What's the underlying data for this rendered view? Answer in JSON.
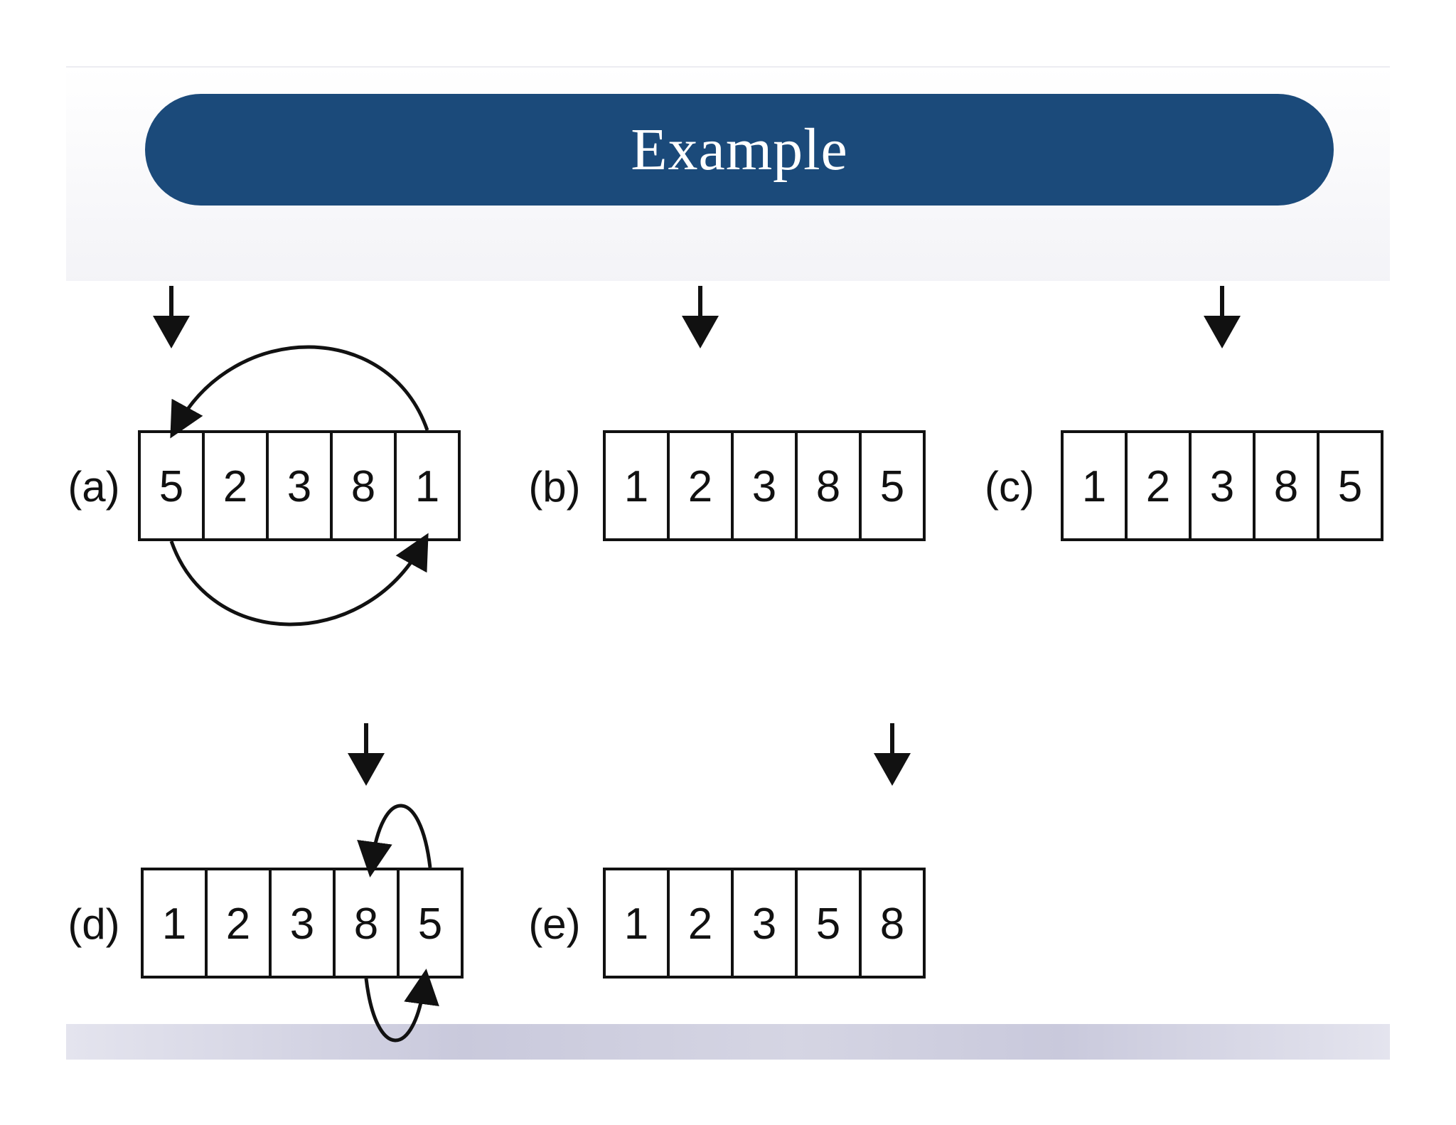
{
  "slide": {
    "title": "Example"
  },
  "diagram": {
    "panels": [
      {
        "label": "(a)",
        "values": [
          "5",
          "2",
          "3",
          "8",
          "1"
        ],
        "pointer_index": 0,
        "swap": [
          0,
          4
        ]
      },
      {
        "label": "(b)",
        "values": [
          "1",
          "2",
          "3",
          "8",
          "5"
        ],
        "pointer_index": 1,
        "swap": null
      },
      {
        "label": "(c)",
        "values": [
          "1",
          "2",
          "3",
          "8",
          "5"
        ],
        "pointer_index": 2,
        "swap": null
      },
      {
        "label": "(d)",
        "values": [
          "1",
          "2",
          "3",
          "8",
          "5"
        ],
        "pointer_index": 3,
        "swap": [
          3,
          4
        ]
      },
      {
        "label": "(e)",
        "values": [
          "1",
          "2",
          "3",
          "5",
          "8"
        ],
        "pointer_index": 4,
        "swap": null
      }
    ],
    "colors": {
      "title_bar": "#1b4a7a",
      "ink": "#111111"
    }
  }
}
